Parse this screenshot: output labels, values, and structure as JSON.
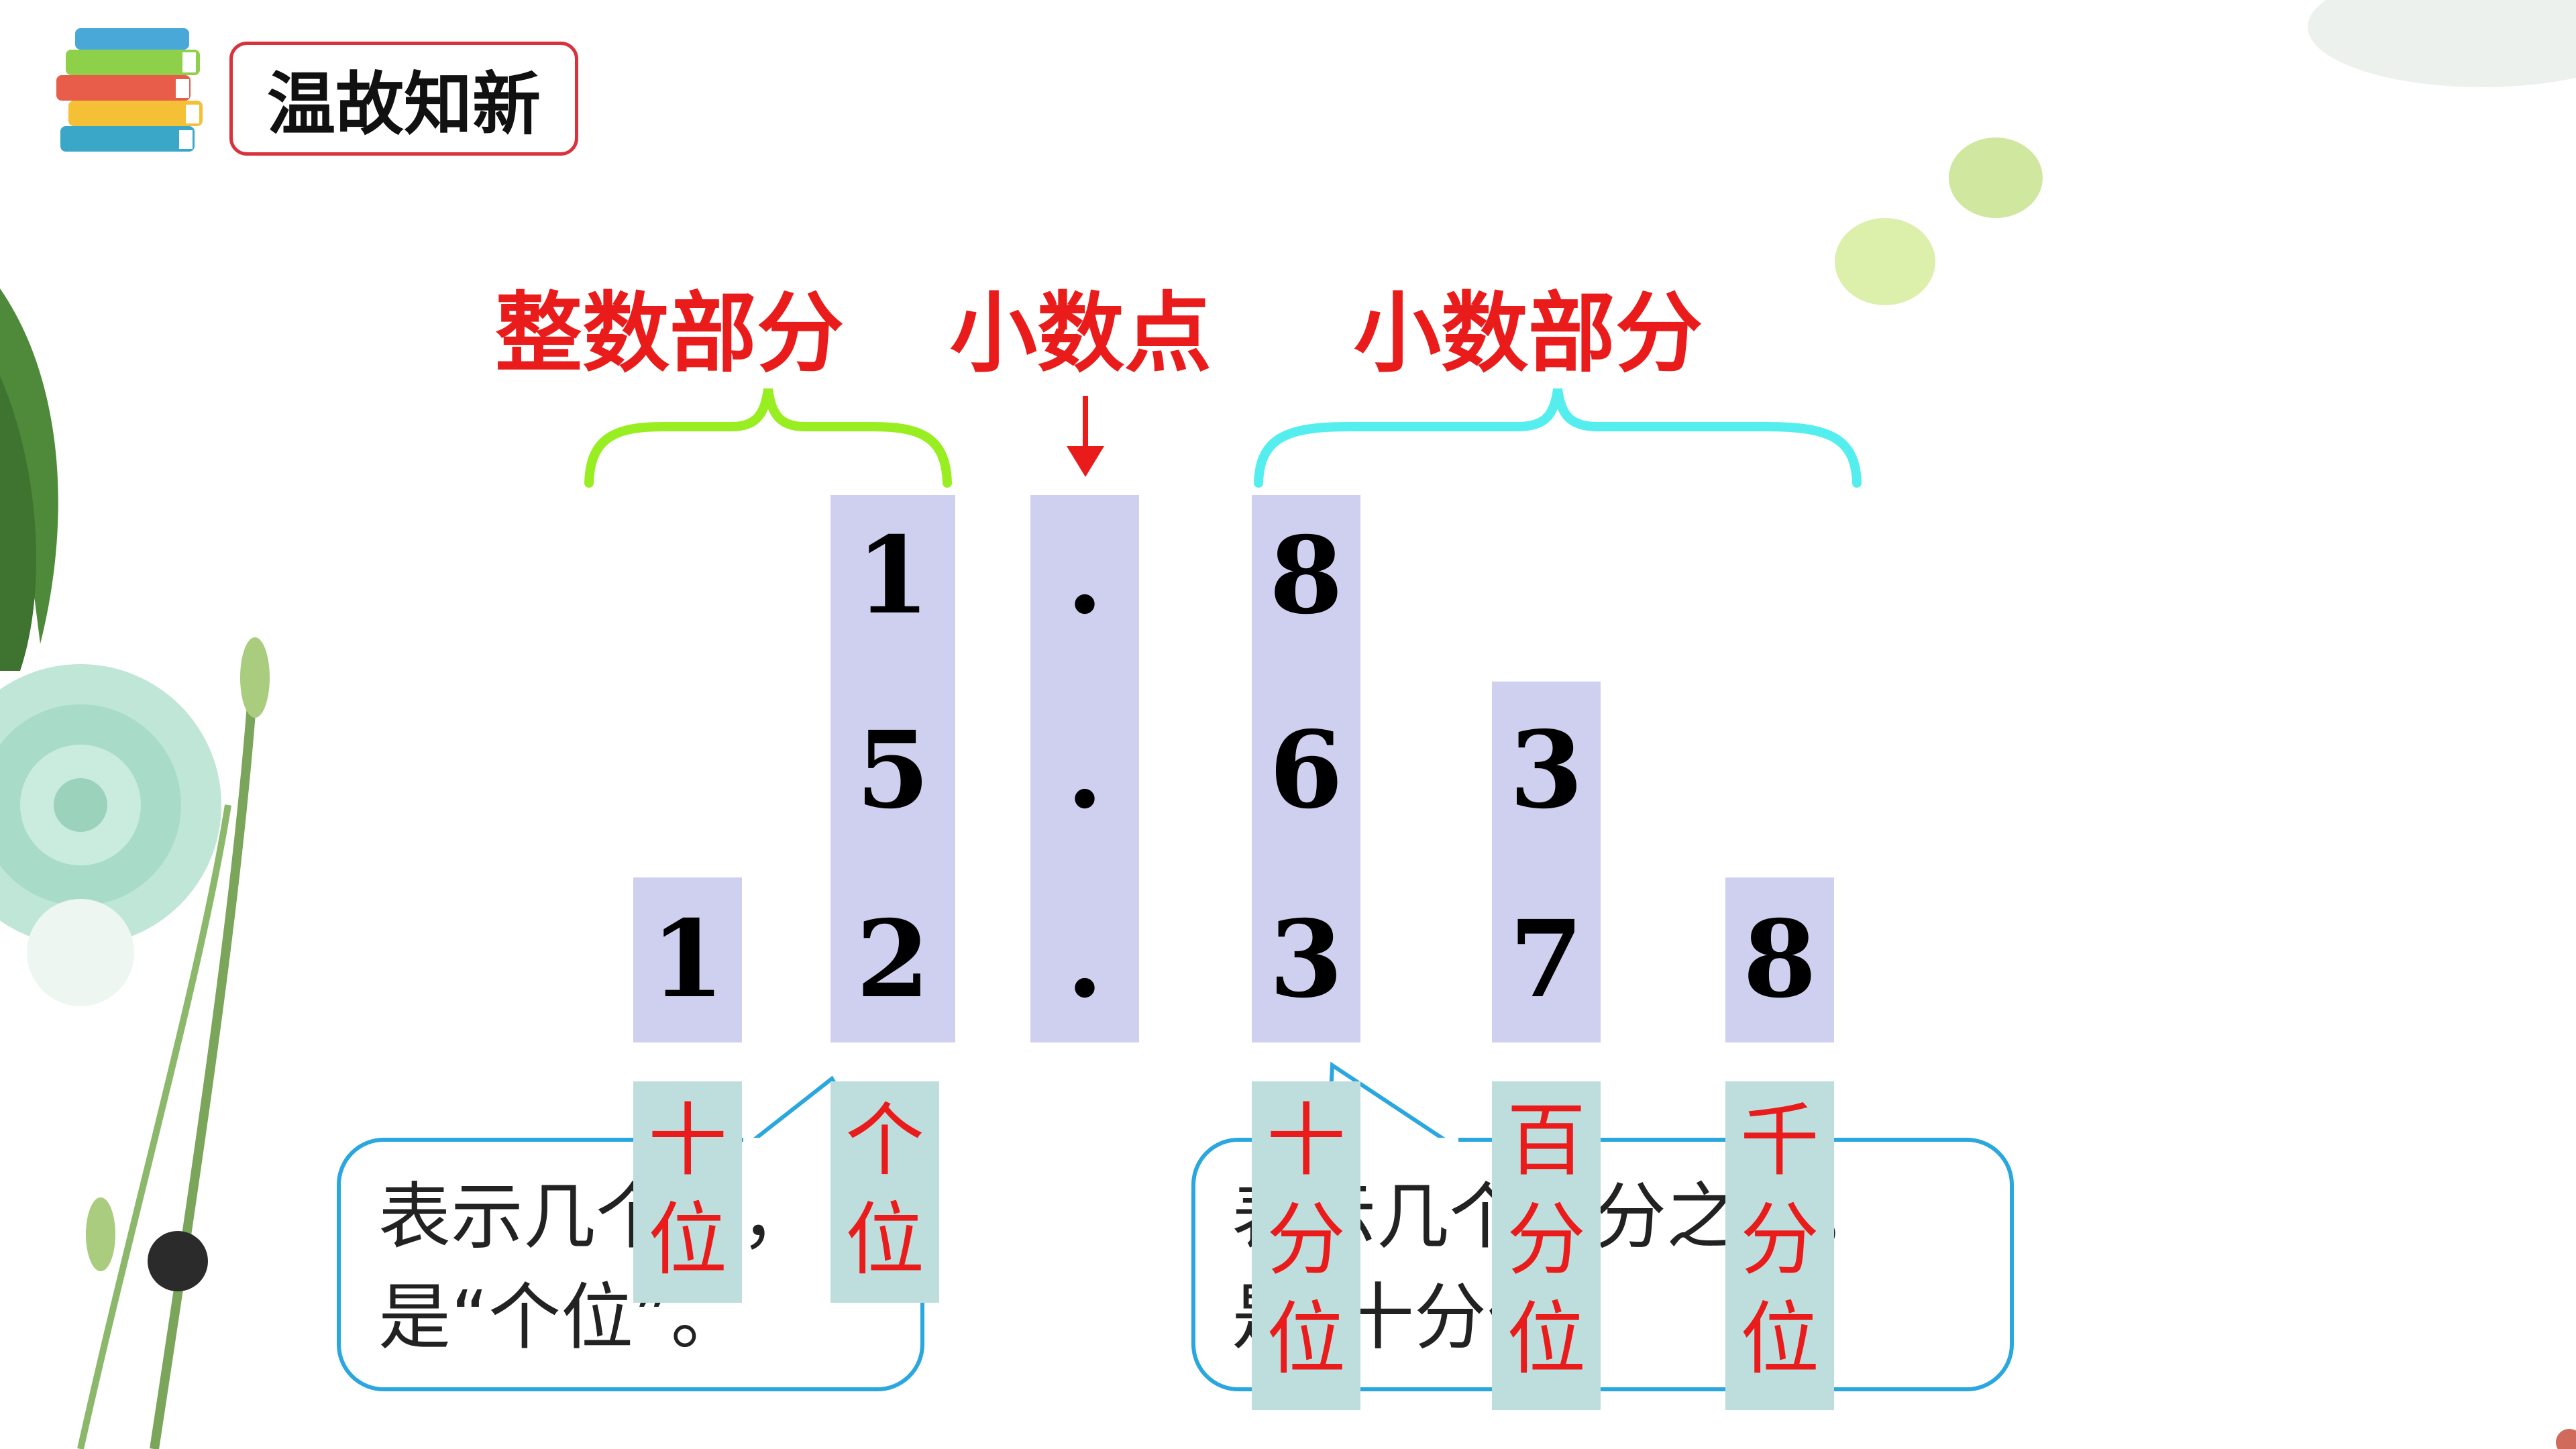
{
  "header": {
    "title": "温故知新",
    "icon": "books-icon"
  },
  "headings": {
    "integer_part": "整数部分",
    "decimal_point": "小数点",
    "decimal_part": "小数部分"
  },
  "numbers": {
    "row1": {
      "ones": "1",
      "point": ".",
      "tenths": "8"
    },
    "row2": {
      "ones": "5",
      "point": ".",
      "tenths": "6",
      "hundredths": "3"
    },
    "row3": {
      "tens": "1",
      "ones": "2",
      "point": ".",
      "tenths": "3",
      "hundredths": "7",
      "thousandths": "8"
    }
  },
  "place_labels": {
    "tens": [
      "十",
      "位"
    ],
    "ones": [
      "个",
      "位"
    ],
    "tenths": [
      "十",
      "分",
      "位"
    ],
    "hundredths": [
      "百",
      "分",
      "位"
    ],
    "thousandths": [
      "千",
      "分",
      "位"
    ]
  },
  "bubbles": {
    "left": "表示几个一，\n是“个位”。",
    "right": "表示几个十分之一，\n是“十分位”"
  },
  "colors": {
    "accent_red": "#ea1b1b",
    "column_fill": "#cfd0ef",
    "label_fill": "#bedede",
    "brace_green": "#99ee22",
    "brace_cyan": "#55eeee",
    "bubble_border": "#2aa7de"
  }
}
